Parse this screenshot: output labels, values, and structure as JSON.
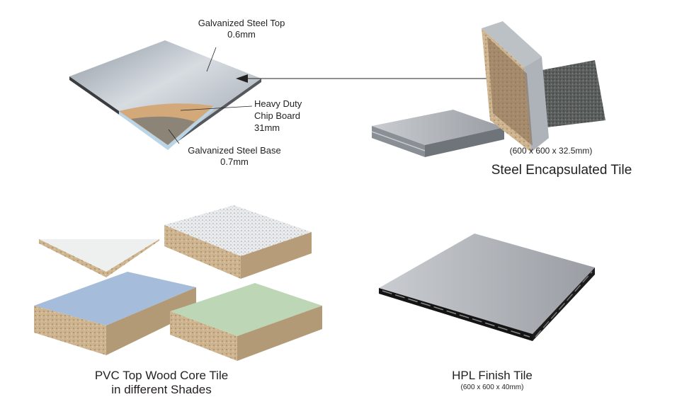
{
  "diagram": {
    "steel_top": {
      "name": "Galvanized Steel Top",
      "thickness": "0.6mm"
    },
    "core": {
      "line1": "Heavy Duty",
      "line2": "Chip Board",
      "thickness": "31mm"
    },
    "steel_base": {
      "name": "Galvanized Steel Base",
      "thickness": "0.7mm"
    }
  },
  "products": {
    "steel_encapsulated": {
      "title": "Steel Encapsulated Tile",
      "dimensions": "(600 x 600 x 32.5mm)"
    },
    "pvc": {
      "line1": "PVC Top Wood Core Tile",
      "line2": "in different Shades"
    },
    "hpl": {
      "title": "HPL Finish Tile",
      "dimensions": "(600 x 600 x 40mm)"
    }
  },
  "colors": {
    "steel": "#b9c0c8",
    "chipboard": "#c9a57a",
    "pvc_blue": "#9fb8d8",
    "pvc_green": "#b7d3b0",
    "edge_dark": "#1c1c1c"
  }
}
